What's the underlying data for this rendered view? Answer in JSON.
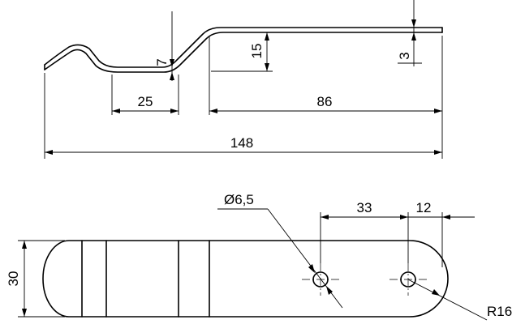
{
  "dimensions": {
    "offset_7": "7",
    "offset_15": "15",
    "thickness": "3",
    "length_25": "25",
    "length_86": "86",
    "overall_length": "148",
    "width_30": "30",
    "hole_diameter": "Ø6,5",
    "hole_spacing": "33",
    "edge_to_hole": "12",
    "end_radius": "R16"
  }
}
